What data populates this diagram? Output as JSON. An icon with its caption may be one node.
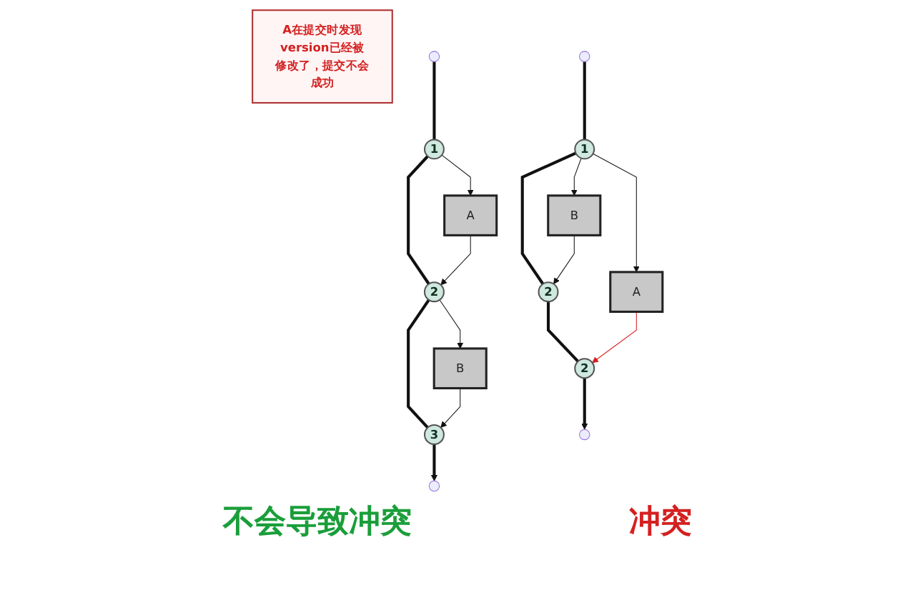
{
  "diagram": {
    "nodes": [
      {
        "text": [
          "1"
        ]
      },
      {
        "text": [
          "A"
        ]
      },
      {
        "text": [
          "2"
        ]
      },
      {
        "text": [
          "B"
        ]
      },
      {
        "text": [
          "3"
        ]
      },
      {
        "text": [
          "1"
        ]
      },
      {
        "text": [
          "A"
        ]
      },
      {
        "text": [
          "B"
        ]
      },
      {
        "text": [
          "2"
        ]
      },
      {
        "text": [
          "2"
        ]
      },
      {
        "text": [
          "A在提交时发现version已经被修改了，提交不会成功"
        ]
      }
    ],
    "edges": [
      {
        "from": null,
        "to": 0,
        "arrow": "none",
        "style": "thick"
      },
      {
        "from": 0,
        "to": 2,
        "arrow": "none",
        "style": "thick"
      },
      {
        "from": 2,
        "to": 4,
        "arrow": "none",
        "style": "thick"
      },
      {
        "from": 4,
        "to": null,
        "arrow": "to",
        "style": "thick"
      },
      {
        "from": 0,
        "to": 1,
        "arrow": "to"
      },
      {
        "from": 1,
        "to": 2,
        "arrow": "to"
      },
      {
        "from": 2,
        "to": 3,
        "arrow": "to"
      },
      {
        "from": 3,
        "to": 4,
        "arrow": "to"
      },
      {
        "from": null,
        "to": 5,
        "arrow": "none",
        "style": "thick"
      },
      {
        "from": 5,
        "to": 8,
        "arrow": "none",
        "style": "thick"
      },
      {
        "from": 8,
        "to": 9,
        "arrow": "none",
        "style": "thick"
      },
      {
        "from": 9,
        "to": null,
        "arrow": "to",
        "style": "thick"
      },
      {
        "from": 5,
        "to": 6,
        "arrow": "to"
      },
      {
        "from": 5,
        "to": 7,
        "arrow": "to"
      },
      {
        "from": 7,
        "to": 8,
        "arrow": "to"
      },
      {
        "from": 6,
        "to": 9,
        "arrow": "to",
        "color": "#d42020"
      }
    ],
    "labels": [
      "不会导致冲突",
      "冲突"
    ]
  }
}
